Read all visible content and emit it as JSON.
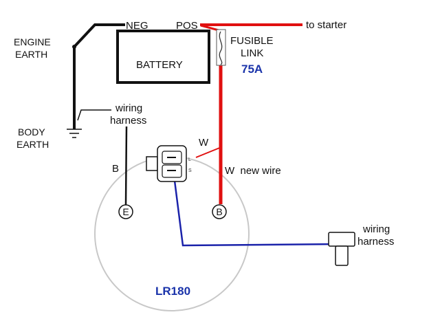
{
  "diagram": {
    "labels": {
      "neg": "NEG",
      "pos": "POS",
      "to_starter": "to starter",
      "engine_earth_1": "ENGINE",
      "engine_earth_2": "EARTH",
      "battery": "BATTERY",
      "fusible_link_1": "FUSIBLE",
      "fusible_link_2": "LINK",
      "fuse_rating": "75A",
      "wiring_harness_left_1": "wiring",
      "wiring_harness_left_2": "harness",
      "body_earth_1": "BODY",
      "body_earth_2": "EARTH",
      "w_upper": "W",
      "w_new_wire": "W  new wire",
      "b_left": "B",
      "terminal_e": "E",
      "terminal_b": "B",
      "plug_l": "L",
      "plug_s": "S",
      "wiring_harness_right_1": "wiring",
      "wiring_harness_right_2": "harness",
      "alternator": "LR180"
    },
    "colors": {
      "red_wire": "#e01010",
      "blue_wire": "#1a22aa",
      "black_wire": "#111111",
      "alternator_outline": "#c8c8c8",
      "label_blue": "#1a33aa"
    }
  }
}
